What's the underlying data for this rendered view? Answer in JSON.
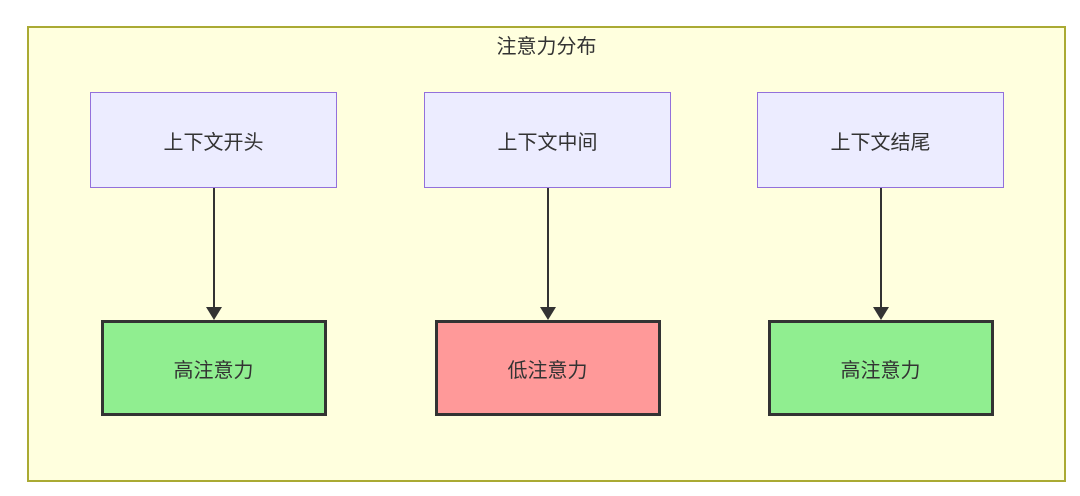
{
  "diagram": {
    "type": "flowchart",
    "title": "注意力分布",
    "columns": [
      {
        "source": "上下文开头",
        "target": "高注意力",
        "attention": "high"
      },
      {
        "source": "上下文中间",
        "target": "低注意力",
        "attention": "low"
      },
      {
        "source": "上下文结尾",
        "target": "高注意力",
        "attention": "high"
      }
    ],
    "edges": [
      {
        "from": "上下文开头",
        "to": "高注意力"
      },
      {
        "from": "上下文中间",
        "to": "低注意力"
      },
      {
        "from": "上下文结尾",
        "to": "高注意力"
      }
    ],
    "colors": {
      "cluster_bg": "#ffffde",
      "cluster_border": "#aaaa33",
      "context_fill": "#ececff",
      "context_border": "#9370db",
      "high_fill": "#90ee90",
      "low_fill": "#ff9999",
      "node_border": "#333333",
      "text": "#333333",
      "arrow": "#333333"
    }
  }
}
